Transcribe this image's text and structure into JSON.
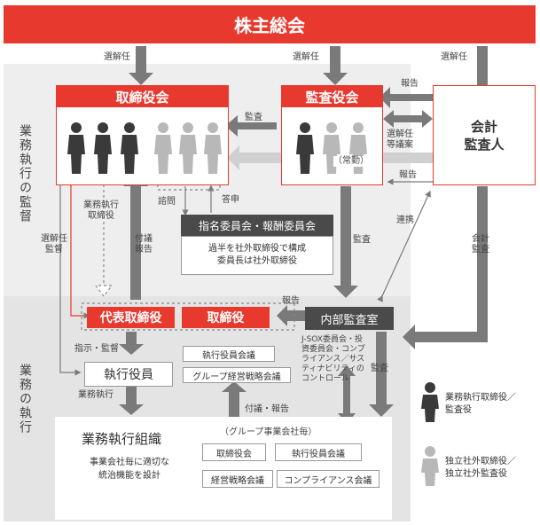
{
  "top": {
    "title": "株主総会"
  },
  "side_labels": {
    "supervision": "業務執行の監督",
    "execution": "業務の執行"
  },
  "arrows": {
    "appoint1": "選解任",
    "appoint2": "選解任",
    "appoint3": "選解任",
    "audit": "監査",
    "report1": "報告",
    "appoint_proposal": "選解任\n等議案",
    "report2": "報告",
    "cooperation": "連携",
    "consult": "諮問",
    "report_answer": "答申",
    "exec_director": "業務執行\n取締役",
    "appoint_supervise": "選解任\n監督",
    "submit_report": "付議\n報告",
    "audit2": "監査",
    "accounting_audit": "会計\n監査",
    "report3": "報告",
    "instruct": "指示・監督",
    "audit3": "監査",
    "business_exec": "業務執行",
    "submit_report2": "付議・報告"
  },
  "board": {
    "title": "取締役会"
  },
  "audit_board": {
    "title": "監査役会",
    "fulltime": "（常勤）"
  },
  "auditor": {
    "title": "会計\n監査人"
  },
  "committee": {
    "title": "指名委員会・報酬委員会",
    "note": "過半を社外取締役で構成\n委員長は社外取締役"
  },
  "rep_director": {
    "title": "代表取締役"
  },
  "director": {
    "title": "取締役"
  },
  "internal_audit": {
    "title": "内部監査室",
    "note": "J-SOX委員会・投\n資委員会・コンプ\nライアンス／サス\nティナビリティの\nコントロール"
  },
  "officers": {
    "title": "執行役員"
  },
  "meetings": {
    "officers_meeting": "執行役員会議",
    "group_strategy": "グループ経営戦略会議"
  },
  "org": {
    "title": "業務執行組織",
    "note": "事業会社毎に適切な\n統治機能を設計",
    "group_label": "（グループ事業会社毎）",
    "items": [
      "取締役会",
      "執行役員会議",
      "経営戦略会議",
      "コンプライアンス会議"
    ]
  },
  "legend": {
    "dark": "業務執行取締役／\n監査役",
    "light": "独立社外取締役／\n独立社外監査役"
  },
  "colors": {
    "red": "#e8392e",
    "dark": "#4a4a4a",
    "grey_arrow": "#7a7a7a",
    "light_figure": "#b8b8b8",
    "dark_figure": "#3a3a3a"
  }
}
